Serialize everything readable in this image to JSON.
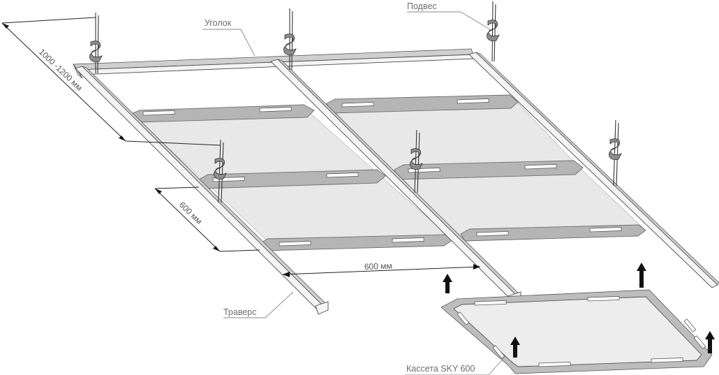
{
  "labels": {
    "corner": "Уголок",
    "hanger": "Подвес",
    "traverse": "Траверс",
    "cassette": "Кассета SKY 600"
  },
  "dimensions": {
    "span": "1000 -1200 мм",
    "module_depth": "600 мм",
    "module_width": "600 мм"
  }
}
